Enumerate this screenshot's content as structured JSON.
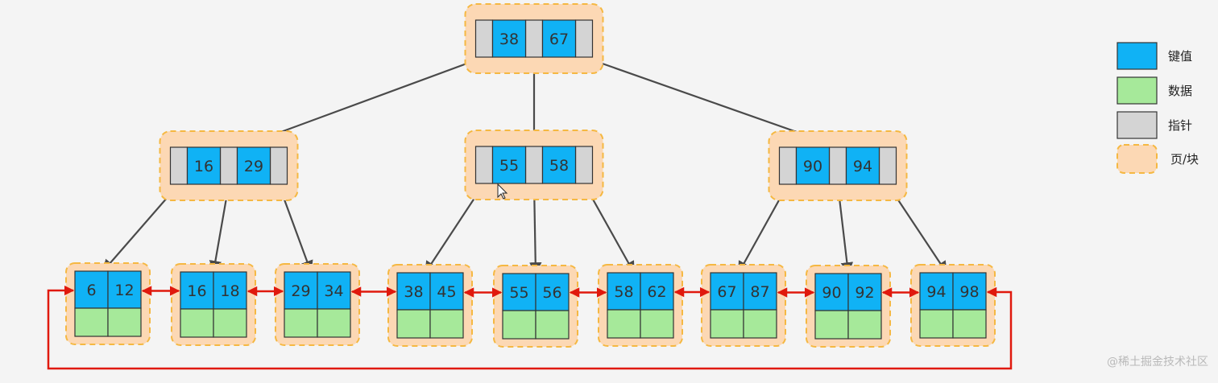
{
  "tree": {
    "root": {
      "keys": [
        "38",
        "67"
      ]
    },
    "internal": [
      {
        "keys": [
          "16",
          "29"
        ]
      },
      {
        "keys": [
          "55",
          "58"
        ]
      },
      {
        "keys": [
          "90",
          "94"
        ]
      }
    ],
    "leaves": [
      {
        "keys": [
          "6",
          "12"
        ]
      },
      {
        "keys": [
          "16",
          "18"
        ]
      },
      {
        "keys": [
          "29",
          "34"
        ]
      },
      {
        "keys": [
          "38",
          "45"
        ]
      },
      {
        "keys": [
          "55",
          "56"
        ]
      },
      {
        "keys": [
          "58",
          "62"
        ]
      },
      {
        "keys": [
          "67",
          "87"
        ]
      },
      {
        "keys": [
          "90",
          "92"
        ]
      },
      {
        "keys": [
          "94",
          "98"
        ]
      }
    ]
  },
  "legend": {
    "key_label": "键值",
    "data_label": "数据",
    "pointer_label": "指针",
    "page_label": "页/块"
  },
  "colors": {
    "key": "#10b2f5",
    "pointer": "#d4d4d4",
    "data": "#a6e99a",
    "page_fill": "#fcd8b4",
    "page_border": "#f5b842",
    "link": "#e0190d",
    "edge": "#4a4a4a"
  },
  "watermark": "@稀土掘金技术社区"
}
